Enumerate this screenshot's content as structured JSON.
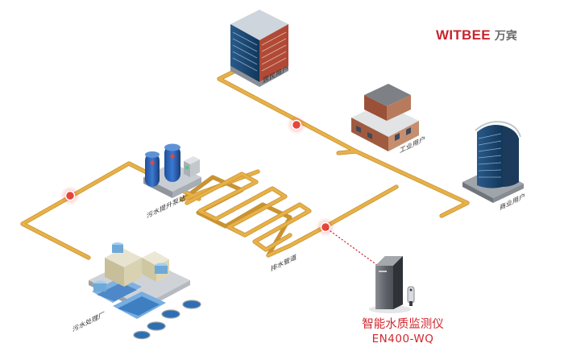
{
  "brand": {
    "name_en": "WITBEE",
    "name_cn": "万宾",
    "color": "#c8242f"
  },
  "colors": {
    "pipe": "#e7b148",
    "pipe_edge": "#c99332",
    "sensor": "#e5463a",
    "dotted_link": "#d2272e"
  },
  "nodes": {
    "residential": "居民用户",
    "industrial": "工业用户",
    "commercial": "商业用户",
    "pump_station": "污水提升泵站",
    "network": "排水管道",
    "treatment_plant": "污水处理厂"
  },
  "device": {
    "name": "智能水质监测仪",
    "model": "EN400-WQ"
  },
  "icons": [
    "office-tower-icon",
    "factory-icon",
    "curved-skyscraper-icon",
    "pump-tanks-icon",
    "treatment-plant-icon",
    "monitor-device-icon",
    "probe-icon",
    "sensor-marker-icon"
  ]
}
